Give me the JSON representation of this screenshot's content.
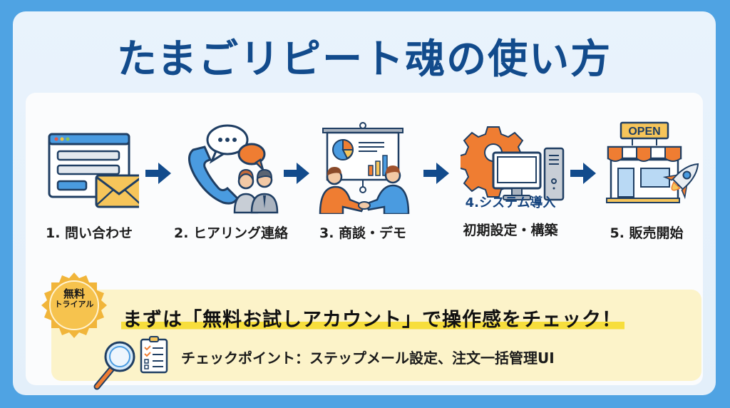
{
  "title": "たまごリピート魂の使い方",
  "colors": {
    "background": "#4fa3e3",
    "panel": "#e6f1fb",
    "title": "#124b8c",
    "arrow": "#124b8c",
    "accent_orange": "#ef7d32",
    "accent_blue": "#4a9be0",
    "highlight_yellow": "#f7de3c",
    "cta_bg": "#fcf3c9",
    "badge_gold": "#f1b53a"
  },
  "steps": [
    {
      "number": "1",
      "label": "1. 問い合わせ",
      "icon": "web-form-envelope-icon"
    },
    {
      "number": "2",
      "label": "2. ヒアリング連絡",
      "icon": "phone-chat-people-icon"
    },
    {
      "number": "3",
      "label": "3. 商談・デモ",
      "icon": "presentation-handshake-icon"
    },
    {
      "number": "4",
      "sublabel": "4.システム導入",
      "label": "初期設定・構築",
      "icon": "gear-computer-icon"
    },
    {
      "number": "5",
      "label": "5. 販売開始",
      "icon": "open-store-rocket-icon",
      "sign": "OPEN"
    }
  ],
  "cta": {
    "badge_line1": "無料",
    "badge_line2": "トライアル",
    "headline": "まずは「無料お試しアカウント」で操作感をチェック！",
    "checkpoint": "チェックポイント：ステップメール設定、注文一括管理UI"
  }
}
